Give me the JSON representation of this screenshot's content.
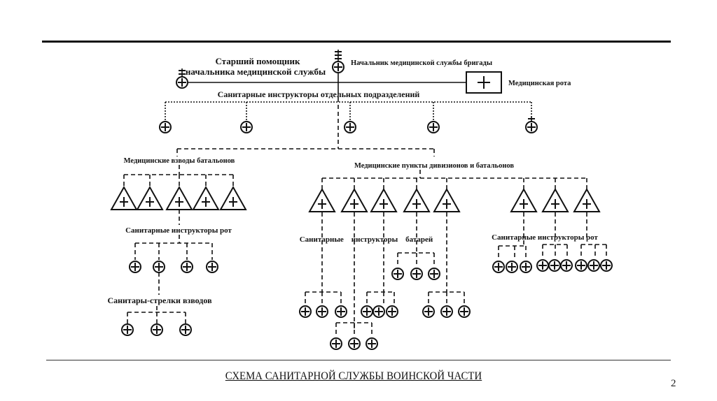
{
  "slide": {
    "title": "СХЕМА САНИТАРНОЙ СЛУЖБЫ ВОИНСКОЙ ЧАСТИ",
    "page_number": "2"
  },
  "diagram": {
    "labels": {
      "senior_assistant_line1": "Старший помощник",
      "senior_assistant_line2": "начальника медицинской службы",
      "chief": "Начальник медицинской службы бригады",
      "medical_company": "Медицинская рота",
      "separate_instructors": "Санитарные инструкторы отдельных подразделений",
      "battalion_platoons": "Медицинские взводы батальонов",
      "company_instructors_left": "Санитарные инструкторы рот",
      "rifle_orderlies": "Санитары-стрелки взводов",
      "division_points": "Медицинские пункты дивизионов и батальонов",
      "battery_instructors": "Санитарные    инструкторы    батарей",
      "company_instructors_right": "Санитарные инструкторы рот"
    },
    "icons": {
      "person": "medic-circle-plus",
      "unit": "medical-triangle-plus",
      "company": "medical-box-plus"
    },
    "colors": {
      "ink": "#111111",
      "background": "#ffffff"
    }
  }
}
